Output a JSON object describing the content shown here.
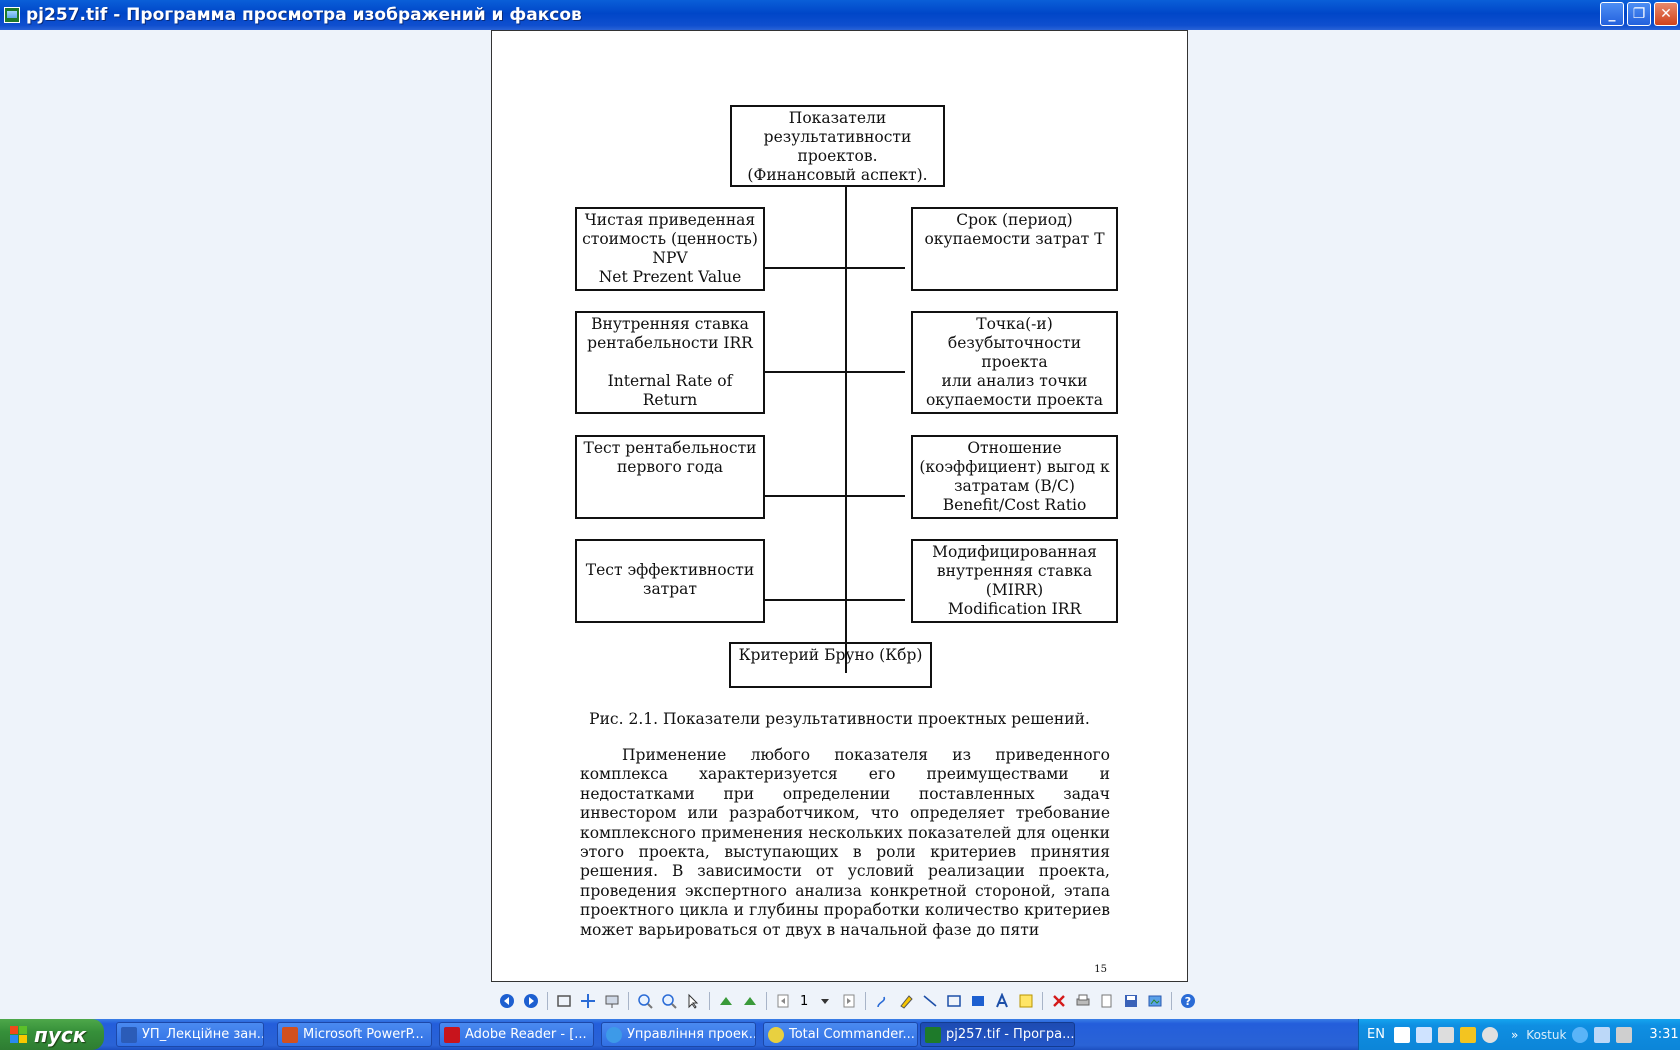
{
  "window": {
    "title": "pj257.tif - Программа просмотра изображений и факсов",
    "buttons": [
      "minimize",
      "restore",
      "close"
    ]
  },
  "document": {
    "diagram": {
      "root": "Показатели\nрезультативности\nпроектов.\n(Финансовый аспект).",
      "left": [
        "Чистая приведенная\nстоимость (ценность)\nNPV\nNet Prezent Value",
        "Внутренняя ставка\nрентабельности IRR\n\nInternal Rate of\nReturn",
        "Тест рентабельности\nпервого года",
        "Тест эффективности\nзатрат"
      ],
      "right": [
        "Срок (период)\nокупаемости затрат T",
        "Точка(-и)\nбезубыточности проекта\nили анализ точки\nокупаемости проекта",
        "Отношение\n(коэффициент) выгод к\nзатратам (B/C)\nBenefit/Cost Ratio",
        "Модифицированная\nвнутренняя ставка\n(MIRR)\nModification IRR"
      ],
      "bottom": "Критерий Бруно (Кбр)"
    },
    "caption": "Рис. 2.1. Показатели результативности проектных решений.",
    "paragraph": "Применение любого показателя из приведенного комплекса характеризуется его преимуществами и недостатками при определении поставленных задач инвестором или разработчиком, что определяет требование комплексного применения нескольких показателей для оценки этого проекта, выступающих в роли критериев принятия решения. В зависимости от условий реализации проекта, проведения экспертного анализа конкретной стороной, этапа проектного цикла и глубины проработки количество критериев может варьироваться от двух в начальной фазе до пяти",
    "page_number": "15"
  },
  "toolbar": {
    "page_value": "1",
    "icons": [
      "prev-image-icon",
      "next-image-icon",
      "best-fit-icon",
      "actual-size-icon",
      "slideshow-icon",
      "zoom-in-icon",
      "zoom-out-icon",
      "pointer-icon",
      "rotate-cw-icon",
      "rotate-ccw-icon",
      "prev-page-icon",
      "page-dropdown-icon",
      "next-page-icon",
      "freehand-icon",
      "highlighter-icon",
      "line-icon",
      "rectangle-icon",
      "filled-rectangle-icon",
      "text-icon",
      "note-icon",
      "delete-icon",
      "print-icon",
      "copy-icon",
      "save-icon",
      "open-with-icon",
      "help-icon"
    ]
  },
  "taskbar": {
    "start_label": "пуск",
    "tasks": [
      {
        "label": "УП_Лекційне зан...",
        "icon": "word-icon"
      },
      {
        "label": "Microsoft PowerP...",
        "icon": "powerpoint-icon"
      },
      {
        "label": "Adobe Reader - [...",
        "icon": "adobe-reader-icon"
      },
      {
        "label": "Управління проек...",
        "icon": "internet-explorer-icon"
      },
      {
        "label": "Total Commander...",
        "icon": "total-commander-icon"
      },
      {
        "label": "pj257.tif - Програ...",
        "icon": "image-viewer-icon",
        "active": true
      }
    ],
    "tray": {
      "language": "EN",
      "user": "Kostuk",
      "clock": "3:31"
    }
  },
  "colors": {
    "titlebar": "#0a5fd8",
    "desktop_bg": "#eef3fa",
    "start_green": "#36903a",
    "tray_blue": "#0f8fe2"
  }
}
